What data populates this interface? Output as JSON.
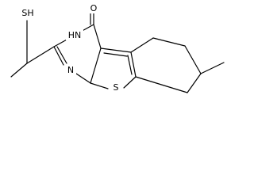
{
  "molecule": {
    "atoms": {
      "O": "O",
      "NH": "HN",
      "N": "N",
      "S_ring": "S",
      "SH": "SH"
    },
    "colors": {
      "bond": "#000000",
      "label": "#000000",
      "background": "#ffffff"
    }
  }
}
